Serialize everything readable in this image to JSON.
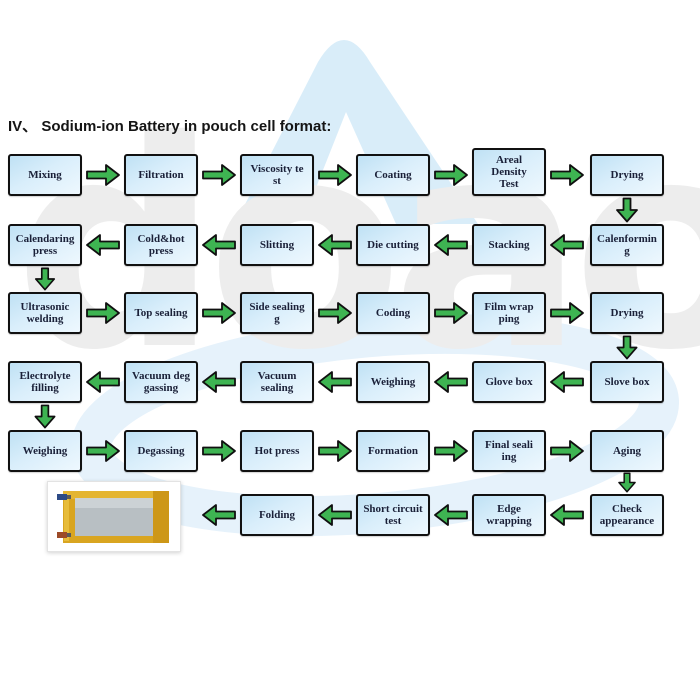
{
  "title": "IV、 Sodium-ion Battery in pouch cell format:",
  "watermark": {
    "logo_text": "doao"
  },
  "colors": {
    "box_border": "#111111",
    "box_fill_top": "#bfe1f4",
    "box_fill_bottom": "#eef8fe",
    "box_text": "#1a2038",
    "arrow_green": "#3eb452",
    "title_text": "#151515",
    "watermark_blue": "#d9edf9",
    "watermark_gray": "#ededed",
    "pouch_gold": "#d9a520",
    "pouch_core_gray": "#b8bfc3"
  },
  "rows": [
    {
      "direction": "right",
      "boxes": [
        {
          "label": "Mixing"
        },
        {
          "label": "Filtration"
        },
        {
          "label": "Viscosity te\nst"
        },
        {
          "label": "Coating"
        },
        {
          "label": "Areal\nDensity\nTest"
        },
        {
          "label": "Drying"
        }
      ]
    },
    {
      "direction": "left",
      "boxes": [
        {
          "label": "Calendaring\npress"
        },
        {
          "label": "Cold&hot\npress"
        },
        {
          "label": "Slitting"
        },
        {
          "label": "Die cutting"
        },
        {
          "label": "Stacking"
        },
        {
          "label": "Calenformin\ng"
        }
      ]
    },
    {
      "direction": "right",
      "boxes": [
        {
          "label": "Ultrasonic\nwelding"
        },
        {
          "label": "Top sealing"
        },
        {
          "label": "Side sealing\ng"
        },
        {
          "label": "Coding"
        },
        {
          "label": "Film wrap\nping"
        },
        {
          "label": "Drying"
        }
      ]
    },
    {
      "direction": "left",
      "boxes": [
        {
          "label": "Electrolyte\nfilling"
        },
        {
          "label": "Vacuum deg\ngassing"
        },
        {
          "label": "Vacuum\nsealing"
        },
        {
          "label": "Weighing"
        },
        {
          "label": "Glove box"
        },
        {
          "label": "Slove box"
        }
      ]
    },
    {
      "direction": "right",
      "boxes": [
        {
          "label": "Weighing"
        },
        {
          "label": "Degassing"
        },
        {
          "label": "Hot press"
        },
        {
          "label": "Formation"
        },
        {
          "label": "Final seali\ning"
        },
        {
          "label": "Aging"
        }
      ]
    },
    {
      "direction": "left",
      "boxes": [
        {
          "label": "Folding"
        },
        {
          "label": "Short circuit\ntest"
        },
        {
          "label": "Edge\nwrapping"
        },
        {
          "label": "Check\nappearance"
        }
      ]
    }
  ]
}
